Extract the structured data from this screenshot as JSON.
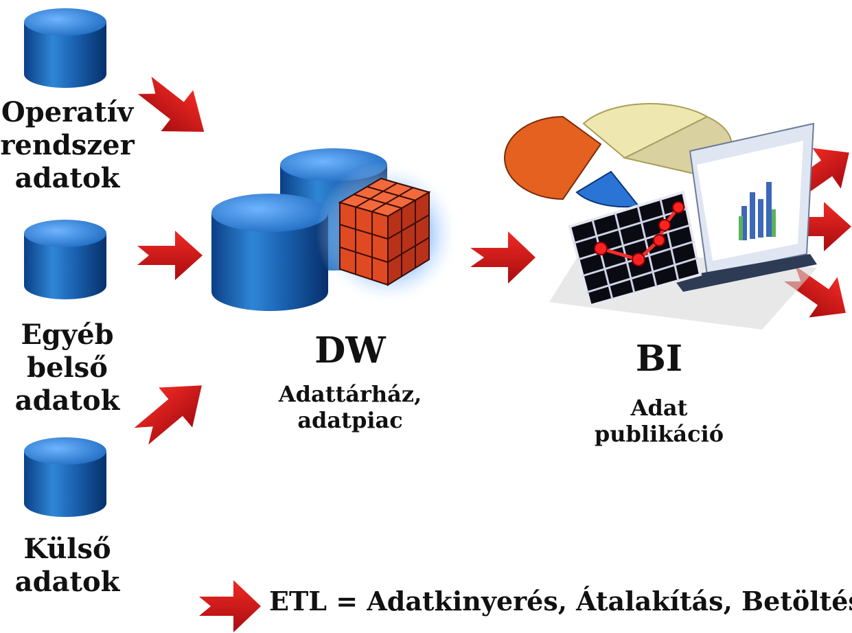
{
  "sources": [
    {
      "lines": [
        "Operatív",
        "rendszer",
        "adatok"
      ]
    },
    {
      "lines": [
        "Egyéb",
        "belső",
        "adatok"
      ]
    },
    {
      "lines": [
        "Külső",
        "adatok"
      ]
    }
  ],
  "warehouse": {
    "title": "DW",
    "subtitle_lines": [
      "Adattárház,",
      "adatpiac"
    ]
  },
  "bi": {
    "title": "BI",
    "subtitle_lines": [
      "Adat",
      "publikáció"
    ]
  },
  "legend": {
    "text": "ETL = Adatkinyerés, Átalakítás, Betöltés"
  },
  "colors": {
    "arrow": "#d4141a",
    "cylinder": "#1a66b3",
    "cube": "#e8502a",
    "text": "#111111"
  }
}
